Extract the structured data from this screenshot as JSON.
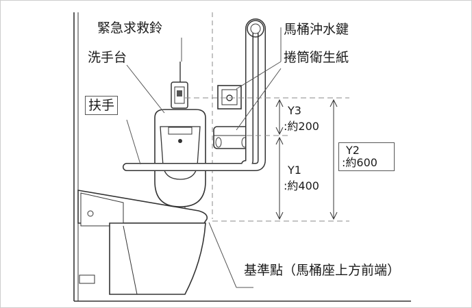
{
  "labels": {
    "emergency_bell": "緊急求救鈴",
    "flush_button": "馬桶沖水鍵",
    "washbasin": "洗手台",
    "toilet_paper": "捲筒衛生紙",
    "handrail": "扶手",
    "reference_point": "基準點（馬桶座上方前端）"
  },
  "dimensions": {
    "y3_name": "Y3",
    "y3_value": ":約200",
    "y1_name": "Y1",
    "y1_value": ":約400",
    "y2_name": "Y2",
    "y2_value": ":約600"
  },
  "colors": {
    "line": "#333333",
    "dash": "#888888",
    "frame": "#cccccc"
  }
}
